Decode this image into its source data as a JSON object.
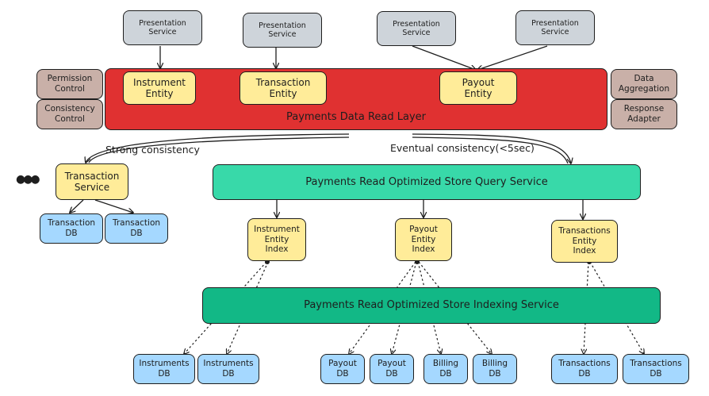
{
  "presentation_services": [
    {
      "label": "Presentation\nService"
    },
    {
      "label": "Presentation\nService"
    },
    {
      "label": "Presentation\nService"
    },
    {
      "label": "Presentation\nService"
    }
  ],
  "left_controls": [
    {
      "label": "Permission\nControl"
    },
    {
      "label": "Consistency\nControl"
    }
  ],
  "right_controls": [
    {
      "label": "Data\nAggregation"
    },
    {
      "label": "Response\nAdapter"
    }
  ],
  "read_layer": {
    "title": "Payments Data Read Layer",
    "entities": [
      {
        "label": "Instrument\nEntity"
      },
      {
        "label": "Transaction\nEntity"
      },
      {
        "label": "Payout\nEntity"
      }
    ]
  },
  "consistency": {
    "strong": "Strong consistency",
    "eventual": "Eventual consistency(<5sec)"
  },
  "ellipsis": "●●●",
  "transaction_service": {
    "label": "Transaction\nService",
    "dbs": [
      {
        "label": "Transaction\nDB"
      },
      {
        "label": "Transaction\nDB"
      }
    ]
  },
  "query_service": {
    "label": "Payments Read Optimized Store Query Service"
  },
  "indexes": [
    {
      "label": "Instrument\nEntity\nIndex"
    },
    {
      "label": "Payout\nEntity\nIndex"
    },
    {
      "label": "Transactions\nEntity\nIndex"
    }
  ],
  "indexing_service": {
    "label": "Payments Read Optimized Store Indexing Service"
  },
  "bottom_dbs": [
    {
      "label": "Instruments\nDB"
    },
    {
      "label": "Instruments\nDB"
    },
    {
      "label": "Payout\nDB"
    },
    {
      "label": "Payout\nDB"
    },
    {
      "label": "Billing\nDB"
    },
    {
      "label": "Billing\nDB"
    },
    {
      "label": "Transactions\nDB"
    },
    {
      "label": "Transactions\nDB"
    }
  ]
}
